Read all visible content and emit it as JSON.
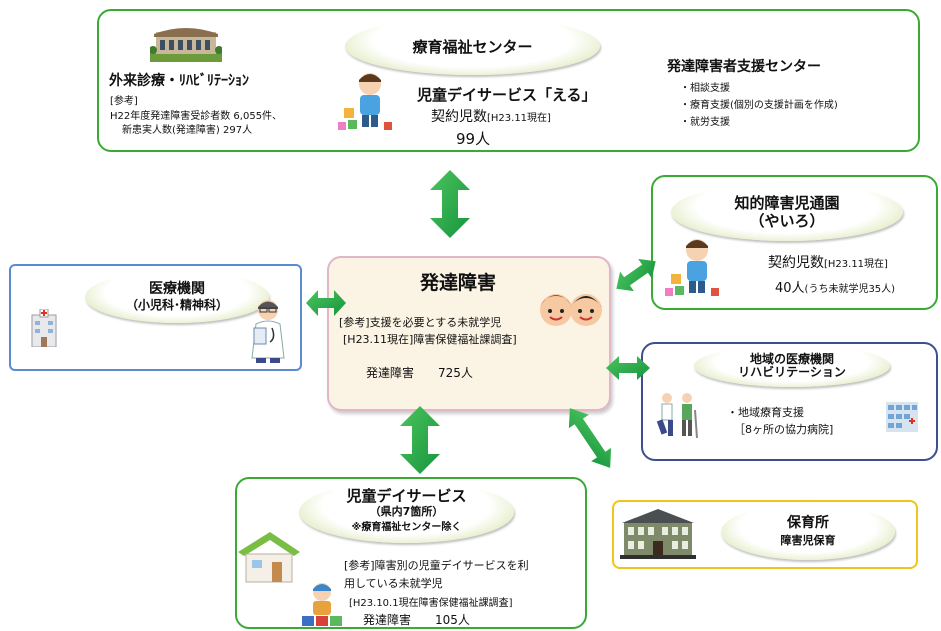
{
  "top": {
    "center_title": "療育福祉センター",
    "outpatient": {
      "title": "外来診療・ﾘﾊﾋﾞﾘﾃｰｼｮﾝ",
      "ref": "[参考]",
      "line1": "H22年度発達障害受診者数 6,055件、",
      "line2": "新患実人数(発達障害) 297人"
    },
    "day_service": {
      "title": "児童デイサービス「える」",
      "contract": "契約児数",
      "contract_date": "[H23.11現在]",
      "count": "99人"
    },
    "support_center": {
      "title": "発達障害者支援センター",
      "items": [
        "・相談支援",
        "・療育支援(個別の支援計画を作成)",
        "・就労支援"
      ]
    }
  },
  "center": {
    "title": "発達障害",
    "ref_line1": "[参考]支援を必要とする未就学児",
    "ref_line2": "[H23.11現在]障害保健福祉課調査]",
    "stat": "発達障害　　725人"
  },
  "medical": {
    "title_line1": "医療機関",
    "title_line2": "（小児科･精神科）"
  },
  "chiteki": {
    "title_line1": "知的障害児通園",
    "title_line2": "（やいろ）",
    "contract": "契約児数",
    "contract_date": "[H23.11現在]",
    "count": "40人",
    "count_note": "(うち未就学児35人)"
  },
  "local": {
    "title_line1": "地域の医療機関",
    "title_line2": "リハビリテーション",
    "line1": "・地域療育支援",
    "line2": "［8ヶ所の協力病院]"
  },
  "hoiku": {
    "title": "保育所",
    "subtitle": "障害児保育"
  },
  "bottom": {
    "title_line1": "児童デイサービス",
    "title_line2": "（県内7箇所）",
    "note": "※療育福祉センター除く",
    "ref_line1": "[参考]障害別の児童デイサービスを利",
    "ref_line2": "用している未就学児",
    "ref_line3": "[H23.10.1現在障害保健福祉課調査]",
    "stat": "発達障害　　105人"
  },
  "colors": {
    "green_border": "#3aaa35",
    "blue_border": "#5b8bd0",
    "navy_border": "#3c4f8f",
    "yellow_border": "#f0c419",
    "arrow": "#22a84a",
    "center_bg": "#fbf3e3",
    "center_border": "#e0b7c8"
  }
}
